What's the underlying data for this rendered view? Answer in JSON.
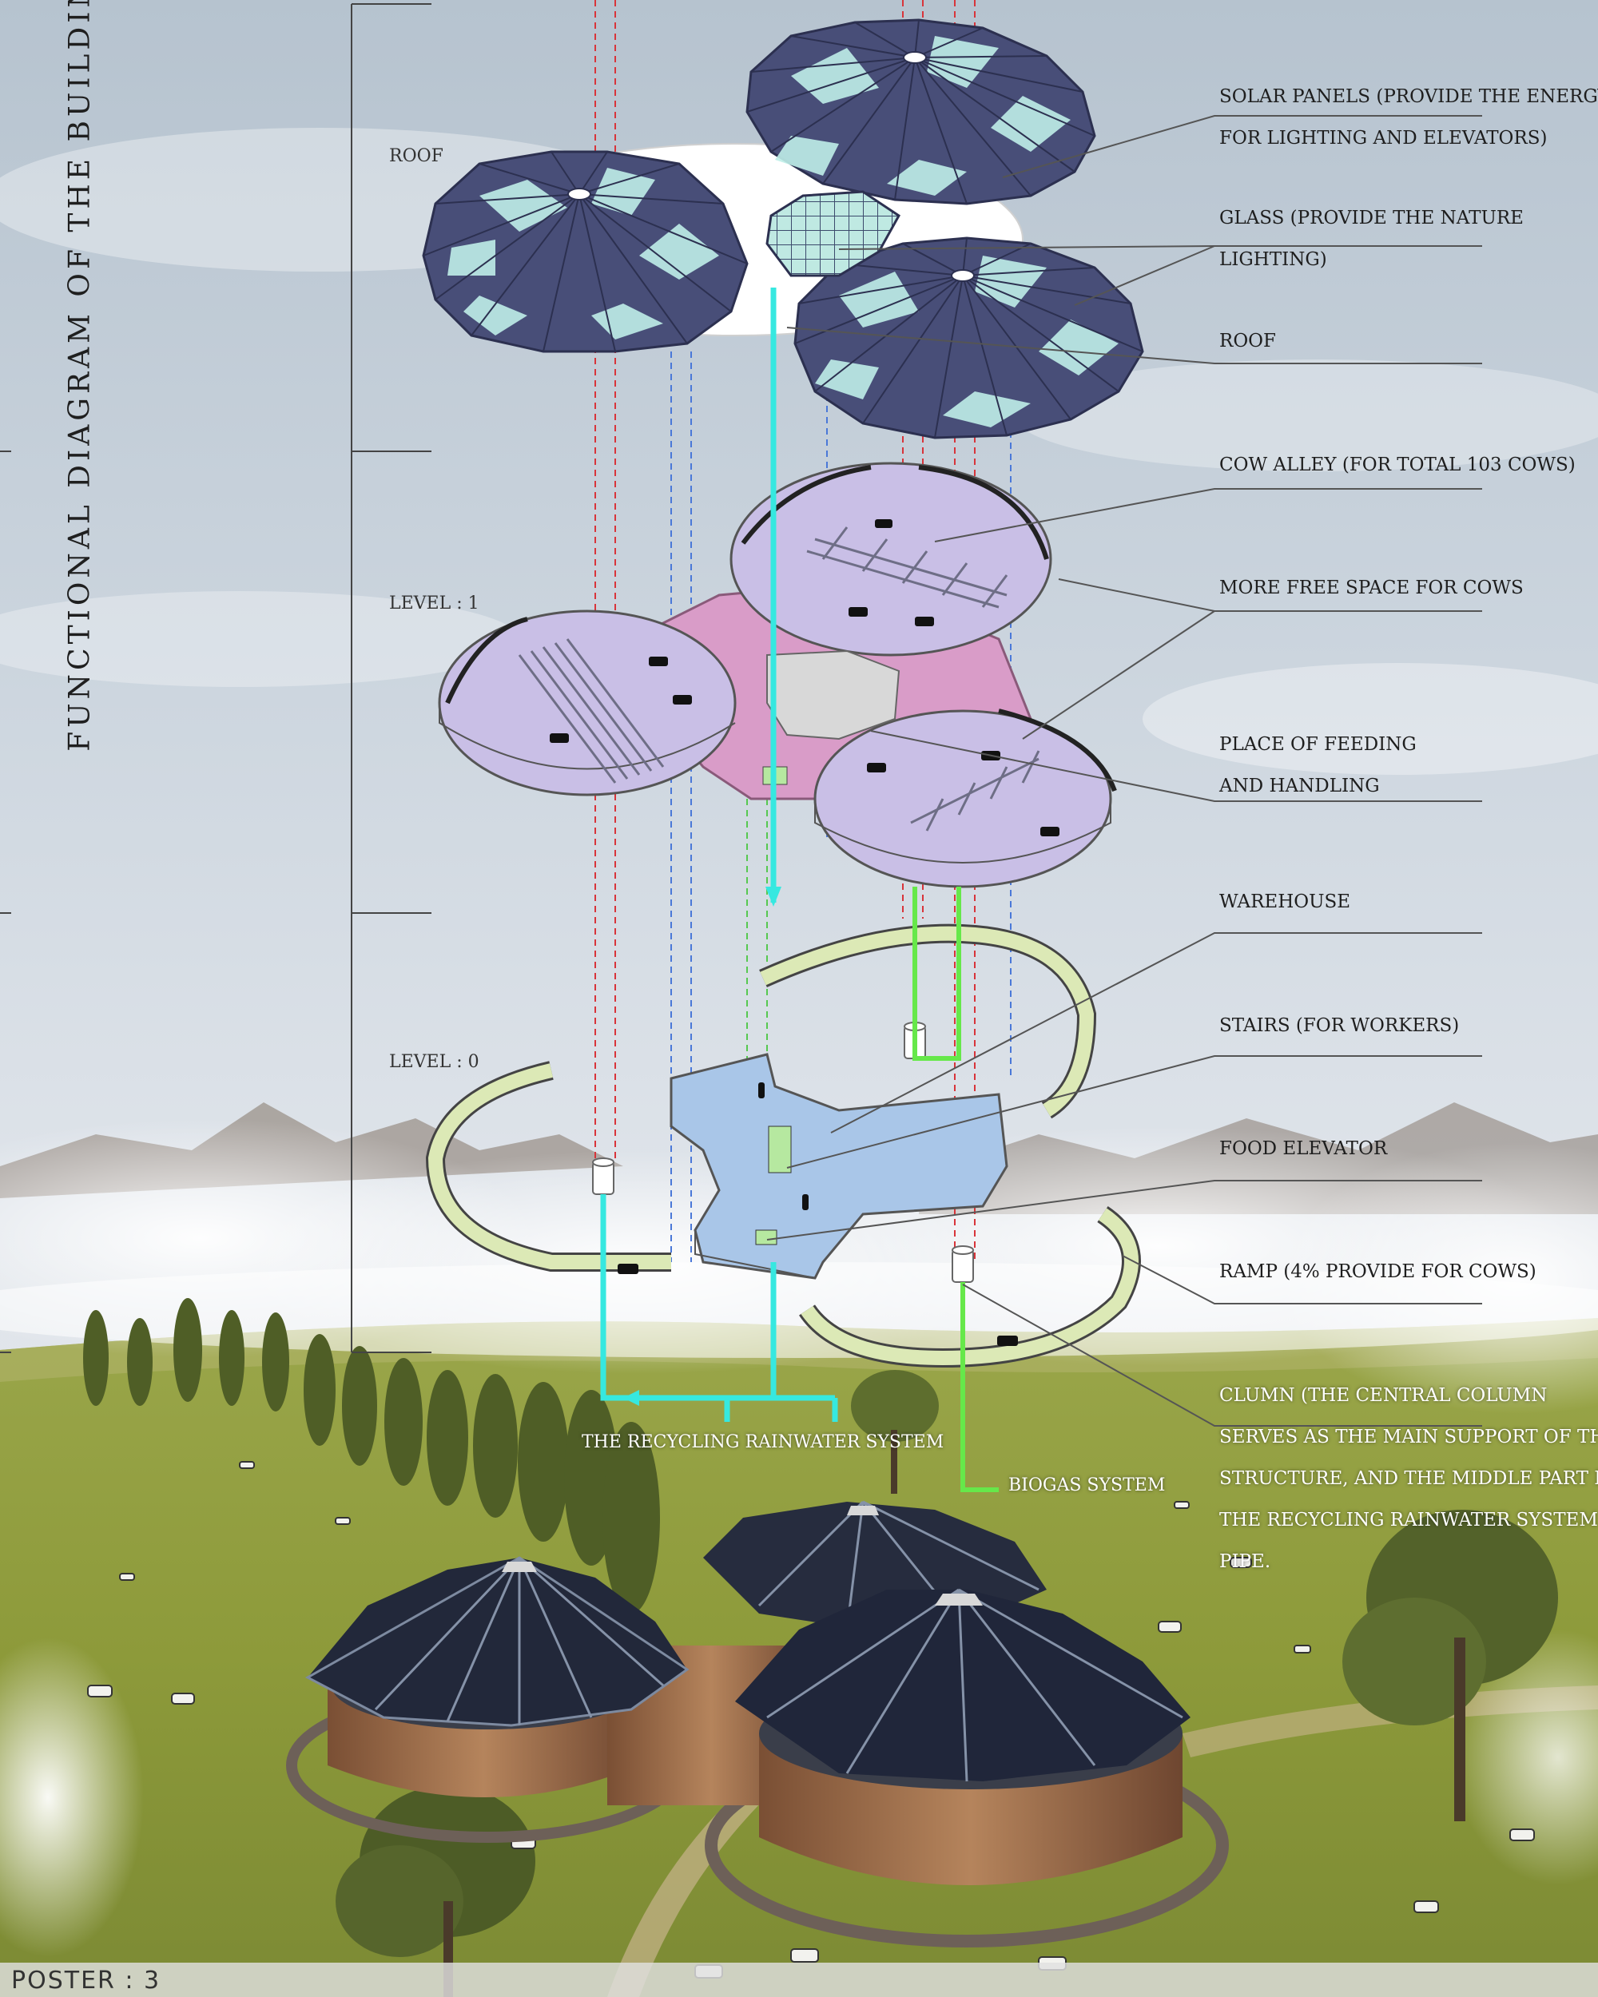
{
  "title": "FUNCTIONAL DIAGRAM OF THE BUILDING",
  "levels": {
    "roof": "ROOF",
    "level1": "LEVEL : 1",
    "level0": "LEVEL : 0"
  },
  "labels": {
    "solar": [
      "SOLAR PANELS (PROVIDE THE ENERGY",
      "FOR LIGHTING AND ELEVATORS)"
    ],
    "glass": [
      "GLASS (PROVIDE THE NATURE",
      "LIGHTING)"
    ],
    "roof": "ROOF",
    "cow_alley": "COW ALLEY (FOR TOTAL 103 COWS)",
    "free_space": "MORE FREE SPACE FOR COWS",
    "feeding": [
      "PLACE OF FEEDING",
      "AND HANDLING"
    ],
    "warehouse": "WAREHOUSE",
    "stairs": "STAIRS (FOR WORKERS)",
    "food_elevator": "FOOD ELEVATOR",
    "ramp": "RAMP (4% PROVIDE FOR COWS)",
    "clumn": [
      "CLUMN (THE CENTRAL COLUMN",
      "SERVES AS THE MAIN SUPPORT OF THE",
      "STRUCTURE, AND THE MIDDLE PART IS",
      "THE RECYCLING RAINWATER SYSTEM",
      "PIPE."
    ]
  },
  "systems": {
    "rainwater": "THE RECYCLING RAINWATER SYSTEM",
    "biogas": "BIOGAS SYSTEM"
  },
  "footer": "POSTER : 3",
  "colors": {
    "sky": "#c9d3dd",
    "grass": "#8f9a3c",
    "solar_panel": "#484e78",
    "glass_panel": "#bfeee8",
    "level1_floor": "#c9bfe6",
    "level1_center": "#d99cc8",
    "level0_floor": "#a9c6e8",
    "ramp": "#dce9b6",
    "rainwater_pipe": "#36e8e0",
    "biogas_pipe": "#66e84a",
    "guide_red": "#d8343a",
    "guide_blue": "#4a78d8",
    "wood_wall": "#9a6a48",
    "roof_dark": "#22283a"
  }
}
